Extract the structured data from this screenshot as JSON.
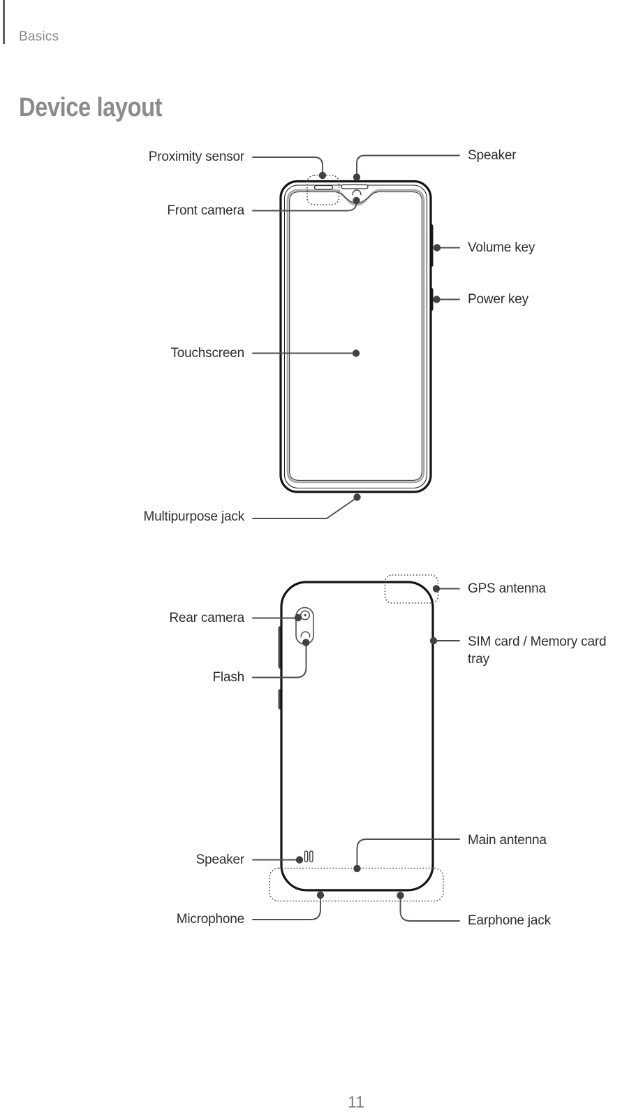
{
  "page": {
    "section": "Basics",
    "title": "Device layout",
    "page_number": "11"
  },
  "front_view": {
    "callouts": {
      "proximity_sensor": "Proximity sensor",
      "front_camera": "Front camera",
      "touchscreen": "Touchscreen",
      "multipurpose_jack": "Multipurpose jack",
      "speaker": "Speaker",
      "volume_key": "Volume key",
      "power_key": "Power key"
    }
  },
  "back_view": {
    "callouts": {
      "rear_camera": "Rear camera",
      "flash": "Flash",
      "speaker": "Speaker",
      "microphone": "Microphone",
      "gps_antenna": "GPS antenna",
      "sim_tray": "SIM card / Memory card tray",
      "main_antenna": "Main antenna",
      "earphone_jack": "Earphone jack"
    }
  },
  "colors": {
    "label_text": "#2d2d2d",
    "heading_gray": "#8b8b8b",
    "leader_line": "#4d4d4d",
    "phone_outline": "#141414",
    "screen_line": "#a9a9a9"
  }
}
